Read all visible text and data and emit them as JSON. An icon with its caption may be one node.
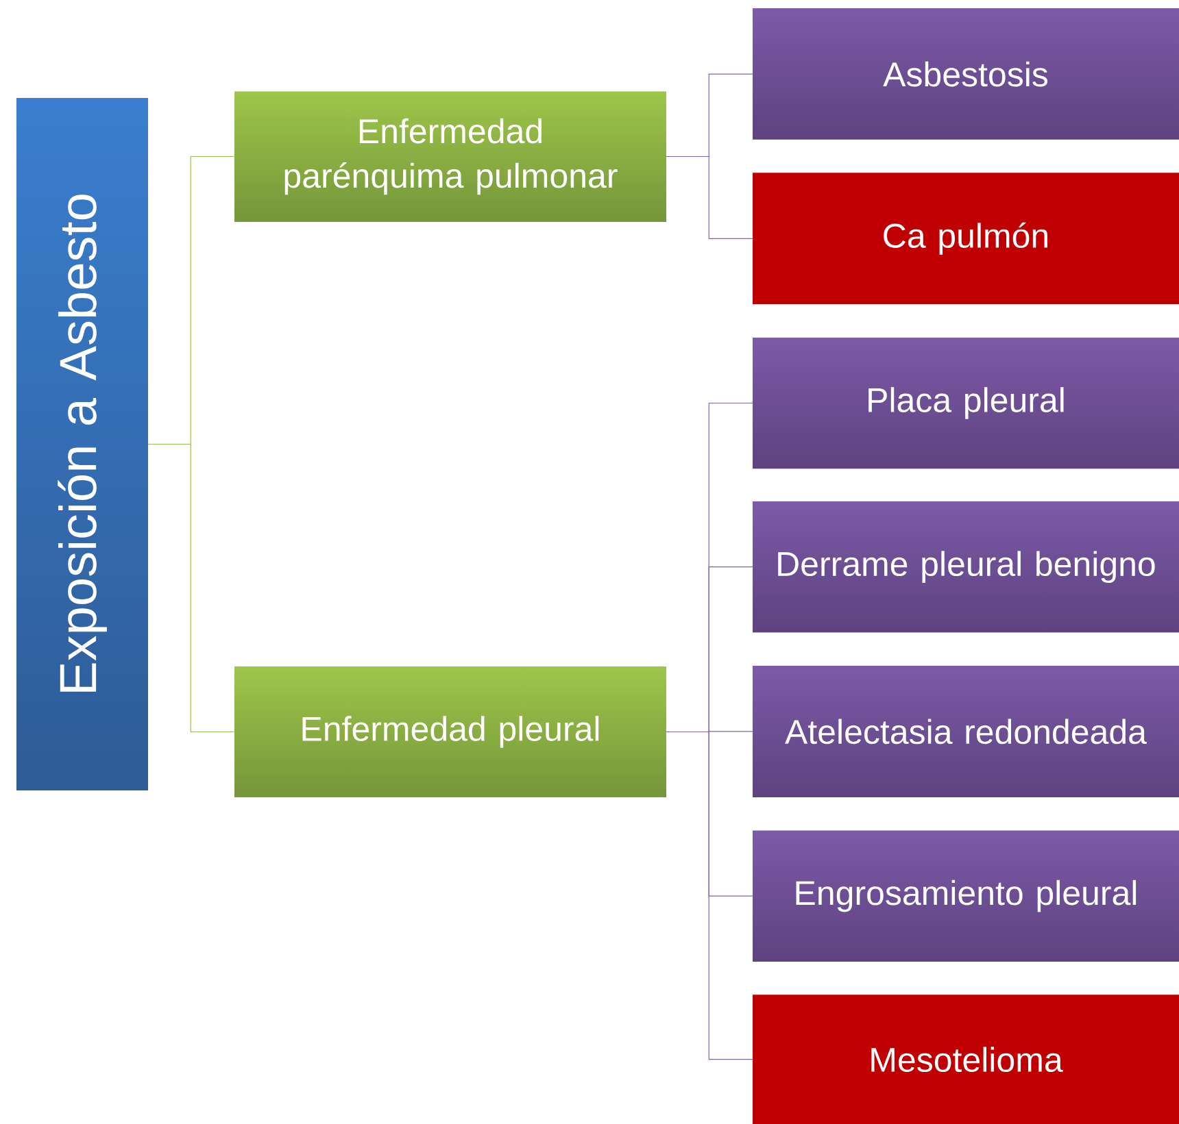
{
  "diagram": {
    "nodes": [
      {
        "text": [
          "Exposición a Asbesto"
        ]
      },
      {
        "text": [
          "Enfermedad parénquima pulmonar"
        ]
      },
      {
        "text": [
          "Enfermedad pleural"
        ]
      },
      {
        "text": [
          "Asbestosis"
        ]
      },
      {
        "text": [
          "Ca pulmón"
        ]
      },
      {
        "text": [
          "Placa pleural"
        ]
      },
      {
        "text": [
          "Derrame pleural benigno"
        ]
      },
      {
        "text": [
          "Atelectasia redondeada"
        ]
      },
      {
        "text": [
          "Engrosamiento pleural"
        ]
      },
      {
        "text": [
          "Mesotelioma"
        ]
      }
    ],
    "edges": [
      {
        "from": 0,
        "to": 1,
        "arrow": "none",
        "color": "#9bbb59"
      },
      {
        "from": 0,
        "to": 2,
        "arrow": "none",
        "color": "#9bbb59"
      },
      {
        "from": 1,
        "to": 3,
        "arrow": "none"
      },
      {
        "from": 1,
        "to": 4,
        "arrow": "none"
      },
      {
        "from": 2,
        "to": 5,
        "arrow": "none"
      },
      {
        "from": 2,
        "to": 6,
        "arrow": "none"
      },
      {
        "from": 2,
        "to": 7,
        "arrow": "none"
      },
      {
        "from": 2,
        "to": 8,
        "arrow": "none"
      },
      {
        "from": 2,
        "to": 9,
        "arrow": "none"
      }
    ]
  }
}
